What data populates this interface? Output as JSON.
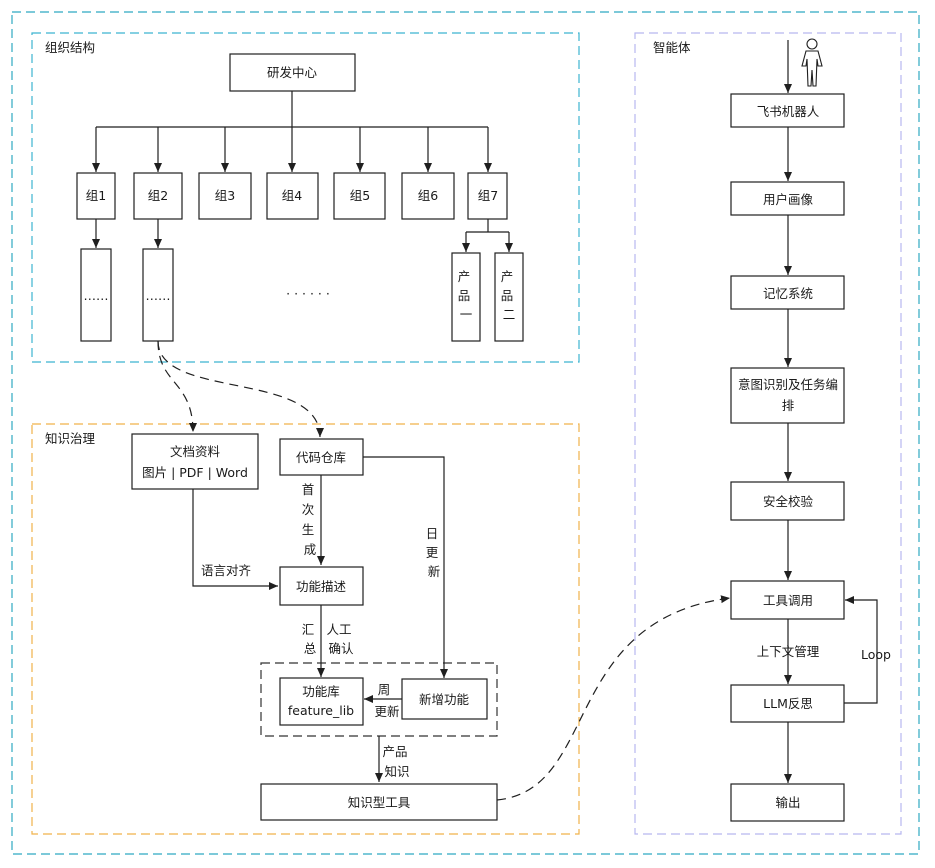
{
  "sections": {
    "org": "组织结构",
    "knowledge": "知识治理",
    "agent": "智能体"
  },
  "org": {
    "root": "研发中心",
    "groups": [
      "组1",
      "组2",
      "组3",
      "组4",
      "组5",
      "组6",
      "组7"
    ],
    "sub1": "……",
    "sub2": "……",
    "ellipsis": "· · · · · ·",
    "product1": [
      "产",
      "品",
      "一"
    ],
    "product2": [
      "产",
      "品",
      "二"
    ]
  },
  "knowledge": {
    "docs_line1": "文档资料",
    "docs_line2": "图片 | PDF | Word",
    "code_repo": "代码仓库",
    "feature_desc": "功能描述",
    "lib_line1": "功能库",
    "lib_line2": "feature_lib",
    "new_feature": "新增功能",
    "tool": "知识型工具",
    "lbl_first_gen": [
      "首",
      "次",
      "生",
      "成"
    ],
    "lbl_daily": [
      "日",
      "更",
      "新"
    ],
    "lbl_lang": "语言对齐",
    "lbl_summary": [
      "汇",
      "总"
    ],
    "lbl_manual": [
      "人工",
      "确认"
    ],
    "lbl_weekly": [
      "周",
      "更新"
    ],
    "lbl_product": [
      "产品",
      "知识"
    ]
  },
  "agent": {
    "bot": "飞书机器人",
    "profile": "用户画像",
    "memory": "记忆系统",
    "intent_line1": "意图识别及任务编",
    "intent_line2": "排",
    "safety": "安全校验",
    "tools": "工具调用",
    "reflect": "LLM反思",
    "output": "输出",
    "lbl_context": "上下文管理",
    "lbl_loop": "Loop"
  },
  "colors": {
    "outer_frame": "#2fa9c2",
    "org_frame": "#3cb4d0",
    "knowledge_frame": "#f0b24a",
    "agent_frame": "#b7b7ef",
    "inner_frame": "#333333",
    "node_stroke": "#1f1f1f"
  }
}
